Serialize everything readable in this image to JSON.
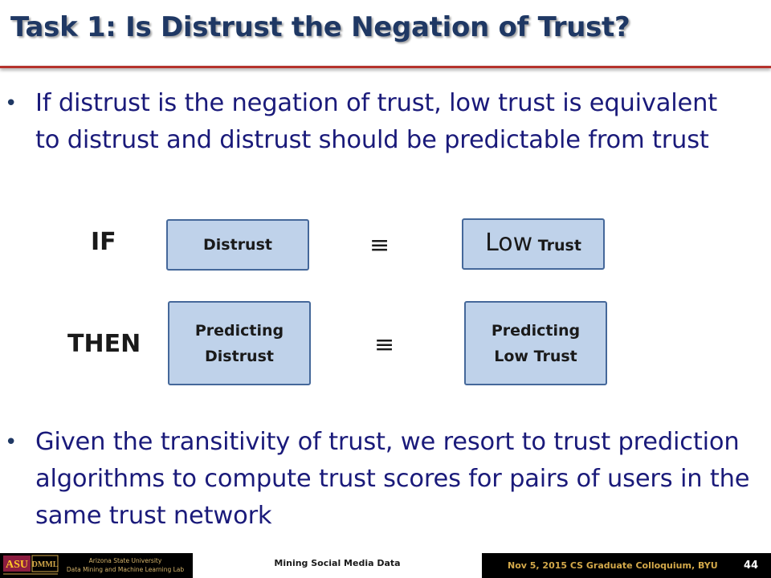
{
  "slide": {
    "title": "Task 1: Is Distrust the Negation of Trust?",
    "bullets": [
      "If distrust is the negation of trust, low trust is equivalent to distrust  and distrust should be predictable from trust",
      "Given the transitivity of trust, we resort to trust prediction algorithms to compute trust scores for pairs of users in the same trust network"
    ],
    "bullet_symbol": "•"
  },
  "diagram": {
    "if_label": "IF",
    "then_label": "THEN",
    "equiv_symbol": "≡",
    "box_distrust": "Distrust",
    "box_low_trust_big": "Low",
    "box_low_trust_small": "Trust",
    "box_predicting_distrust": [
      "Predicting",
      "Distrust"
    ],
    "box_predicting_low_trust": [
      "Predicting",
      "Low Trust"
    ]
  },
  "footer": {
    "logo_text_1": "ASU",
    "logo_text_2": "DMML",
    "university": "Arizona State University",
    "lab": "Data Mining and Machine Learning Lab",
    "center": "Mining Social Media Data",
    "right": "Nov 5, 2015   CS Graduate Colloquium, BYU",
    "page_number": "44"
  },
  "colors": {
    "title": "#1f3864",
    "rule": "#b5322c",
    "body_text": "#1a1a7a",
    "box_fill": "#bfd2ea",
    "box_border": "#45689a",
    "footer_gold": "#d4a94a"
  }
}
